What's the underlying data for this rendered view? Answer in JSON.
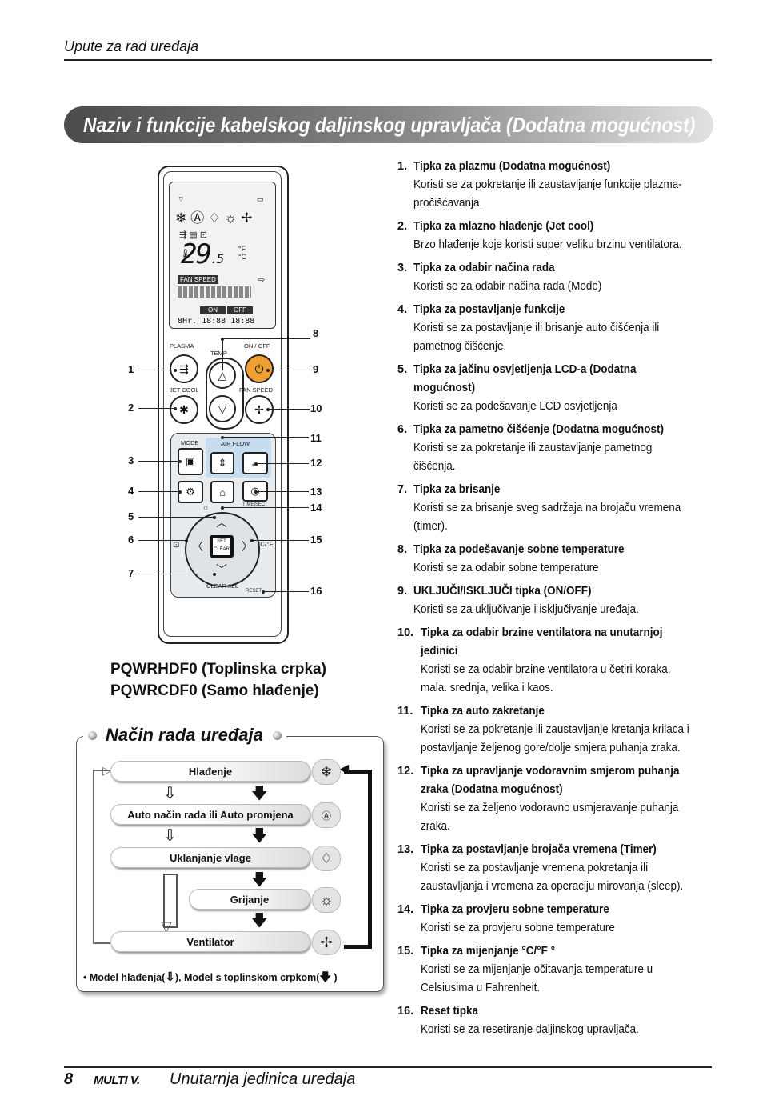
{
  "header": {
    "title": "Upute za rad uređaja"
  },
  "banner": {
    "title": "Naziv i funkcije kabelskog daljinskog upravljača (Dodatna mogućnost)"
  },
  "remote": {
    "lcd": {
      "temp": "29",
      "temp_decimal": ".5",
      "units_f": "°F",
      "units_c": "°C",
      "fan_speed": "FAN SPEED",
      "on": "ON",
      "off": "OFF",
      "timer": "8Hr. 18:88 18:88"
    },
    "labels": {
      "plasma": "PLASMA",
      "temp": "TEMP",
      "on_off": "ON / OFF",
      "jet_cool": "JET COOL",
      "fan_speed": "FAN SPEED",
      "mode": "MODE",
      "air_flow": "AIR FLOW",
      "time_sec": "TIME|SEC",
      "set": "SET",
      "clear": "CLEAR",
      "clear_all": "CLEAR ALL",
      "reset": "RESET",
      "cf": "°C/°F"
    },
    "callouts_left": [
      "1",
      "2",
      "3",
      "4",
      "5",
      "6",
      "7"
    ],
    "callouts_right": [
      "8",
      "9",
      "10",
      "11",
      "12",
      "13",
      "14",
      "15",
      "16"
    ]
  },
  "models": {
    "line1": "PQWRHDF0 (Toplinska crpka)",
    "line2": "PQWRCDF0 (Samo hlađenje)"
  },
  "mode_box": {
    "title": "Način rada uređaja",
    "modes": [
      "Hlađenje",
      "Auto način rada ili Auto promjena",
      "Uklanjanje vlage",
      "Grijanje",
      "Ventilator"
    ],
    "icons": [
      "snowflake-icon",
      "auto-icon",
      "droplet-icon",
      "sun-icon",
      "fan-icon"
    ],
    "legend_a": "• Model hlađenja(",
    "legend_b": "), Model s toplinskom crpkom(",
    "legend_c": " )"
  },
  "functions": [
    {
      "num": "1.",
      "title": "Tipka za plazmu (Dodatna mogućnost)",
      "desc": "Koristi se za pokretanje ili zaustavljanje funkcije plazma-pročišćavanja."
    },
    {
      "num": "2.",
      "title": "Tipka za mlazno hlađenje (Jet cool)",
      "desc": "Brzo hlađenje koje koristi super veliku brzinu ventilatora."
    },
    {
      "num": "3.",
      "title": "Tipka za odabir načina rada",
      "desc": "Koristi se za odabir načina rada (Mode)"
    },
    {
      "num": "4.",
      "title": "Tipka za postavljanje funkcije",
      "desc": "Koristi se za postavljanje ili brisanje auto čišćenja ili pametnog čišćenje."
    },
    {
      "num": "5.",
      "title": "Tipka za jačinu osvjetljenja LCD-a (Dodatna mogućnost)",
      "desc": "Koristi se za podešavanje LCD osvjetljenja"
    },
    {
      "num": "6.",
      "title": "Tipka za pametno čišćenje (Dodatna mogućnost)",
      "desc": "Koristi se za pokretanje ili zaustavljanje pametnog čišćenja."
    },
    {
      "num": "7.",
      "title": "Tipka za brisanje",
      "desc": "Koristi se za brisanje sveg sadržaja na brojaču vremena (timer)."
    },
    {
      "num": "8.",
      "title": "Tipka za podešavanje sobne temperature",
      "desc": "Koristi se za odabir sobne temperature"
    },
    {
      "num": "9.",
      "title": "UKLJUČI/ISKLJUČI tipka (ON/OFF)",
      "desc": "Koristi se za uključivanje i isključivanje uređaja."
    },
    {
      "num": "10.",
      "title": "Tipka za odabir brzine ventilatora na unutarnjoj jedinici",
      "desc": "Koristi se za odabir brzine ventilatora u četiri koraka, mala. srednja, velika i kaos."
    },
    {
      "num": "11.",
      "title": "Tipka za auto zakretanje",
      "desc": "Koristi se za pokretanje ili zaustavljanje kretanja krilaca i postavljanje željenog gore/dolje smjera puhanja zraka."
    },
    {
      "num": "12.",
      "title": "Tipka za upravljanje vodoravnim smjerom puhanja zraka (Dodatna mogućnost)",
      "desc": "Koristi se za željeno vodoravno usmjeravanje puhanja zraka."
    },
    {
      "num": "13.",
      "title": "Tipka za postavljanje brojača vremena (Timer)",
      "desc": "Koristi se za postavljanje vremena pokretanja ili zaustavljanja i vremena za operaciju mirovanja (sleep)."
    },
    {
      "num": "14.",
      "title": "Tipka za provjeru sobne temperature",
      "desc": "Koristi se za provjeru sobne temperature"
    },
    {
      "num": "15.",
      "title": "Tipka za mijenjanje °C/°F °",
      "desc": "Koristi se za mijenjanje očitavanja temperature u Celsiusima u Fahrenheit."
    },
    {
      "num": "16.",
      "title": "Reset tipka",
      "desc": "Koristi se za resetiranje daljinskog upravljača."
    }
  ],
  "footer": {
    "page": "8",
    "logo": "MULTI V.",
    "text": "Unutarnja jedinica uređaja"
  }
}
